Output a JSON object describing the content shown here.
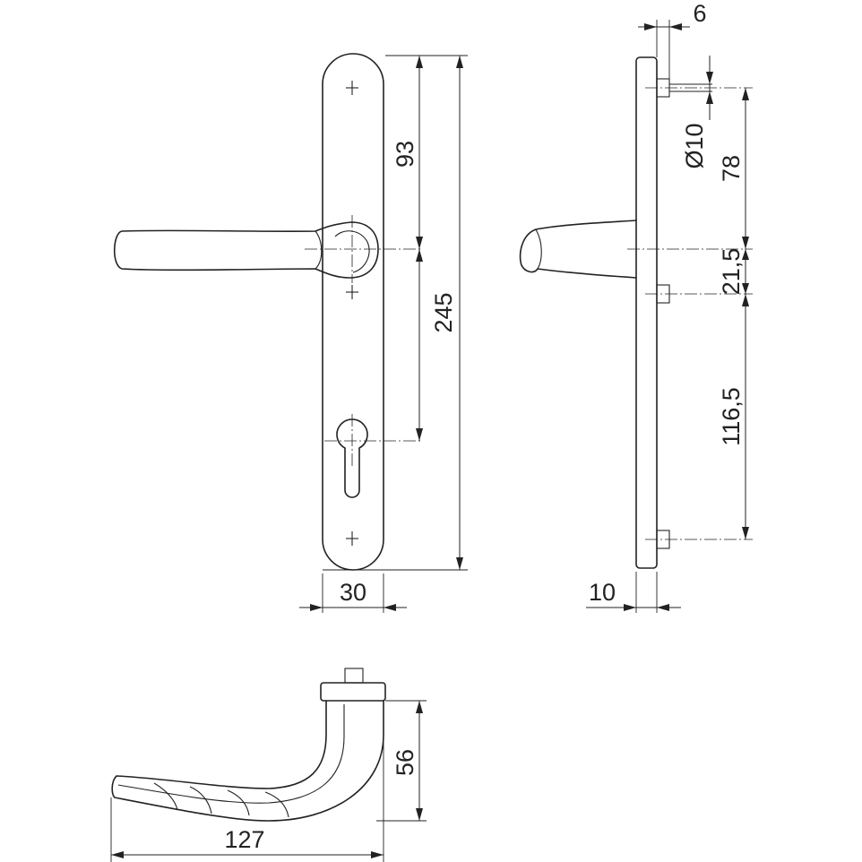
{
  "dimensions": {
    "plate_width": "30",
    "plate_length": "245",
    "handle_to_top_screw": "93",
    "handle_to_cylinder": "116,5",
    "side_thickness": "10",
    "screw_offset": "6",
    "screw_diameter": "Ø10",
    "top_screw_to_handle": "78",
    "handle_to_middle_screw": "21,5",
    "handle_length": "127",
    "handle_projection": "56"
  }
}
